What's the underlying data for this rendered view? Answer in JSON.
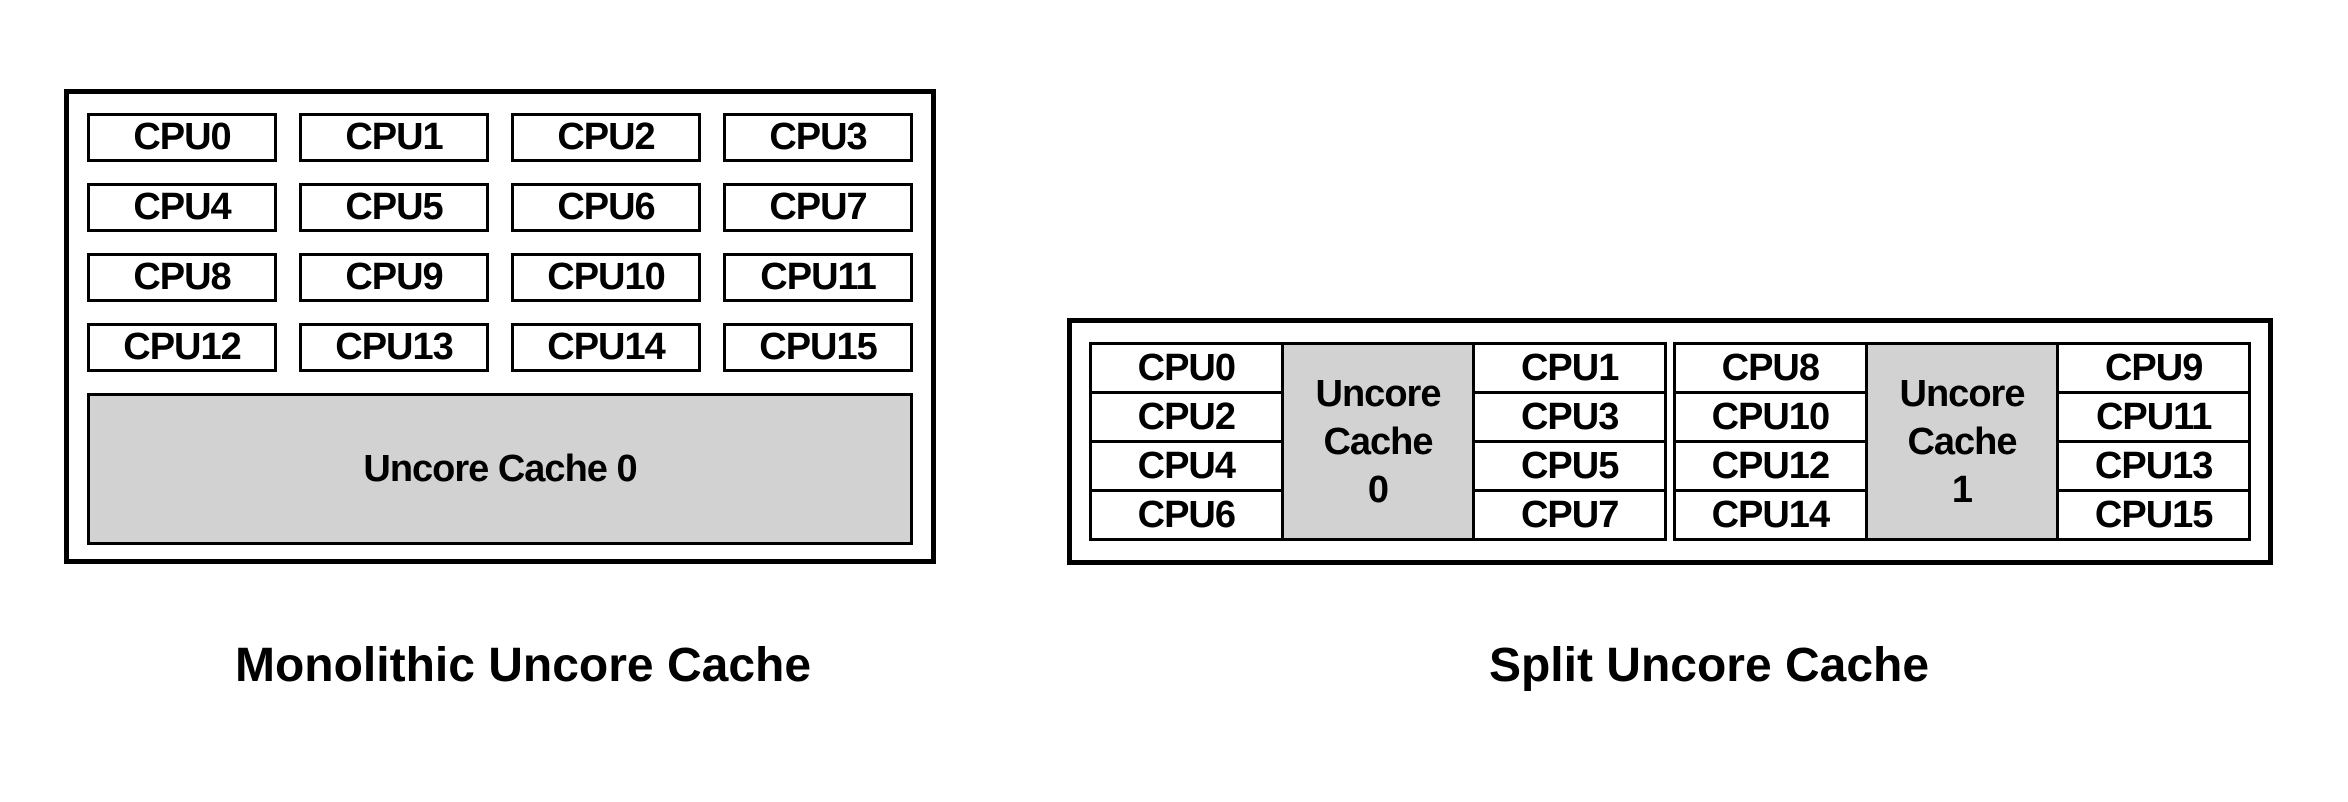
{
  "colors": {
    "cache_fill": "#d2d2d2",
    "border": "#000000",
    "background": "#ffffff"
  },
  "monolithic": {
    "caption": "Monolithic Uncore Cache",
    "cache_label": "Uncore Cache 0",
    "cpus": [
      "CPU0",
      "CPU1",
      "CPU2",
      "CPU3",
      "CPU4",
      "CPU5",
      "CPU6",
      "CPU7",
      "CPU8",
      "CPU9",
      "CPU10",
      "CPU11",
      "CPU12",
      "CPU13",
      "CPU14",
      "CPU15"
    ]
  },
  "split": {
    "caption": "Split Uncore Cache",
    "clusters": [
      {
        "left_cpus": [
          "CPU0",
          "CPU2",
          "CPU4",
          "CPU6"
        ],
        "cache_lines": [
          "Uncore",
          "Cache",
          "0"
        ],
        "right_cpus": [
          "CPU1",
          "CPU3",
          "CPU5",
          "CPU7"
        ]
      },
      {
        "left_cpus": [
          "CPU8",
          "CPU10",
          "CPU12",
          "CPU14"
        ],
        "cache_lines": [
          "Uncore",
          "Cache",
          "1"
        ],
        "right_cpus": [
          "CPU9",
          "CPU11",
          "CPU13",
          "CPU15"
        ]
      }
    ]
  }
}
